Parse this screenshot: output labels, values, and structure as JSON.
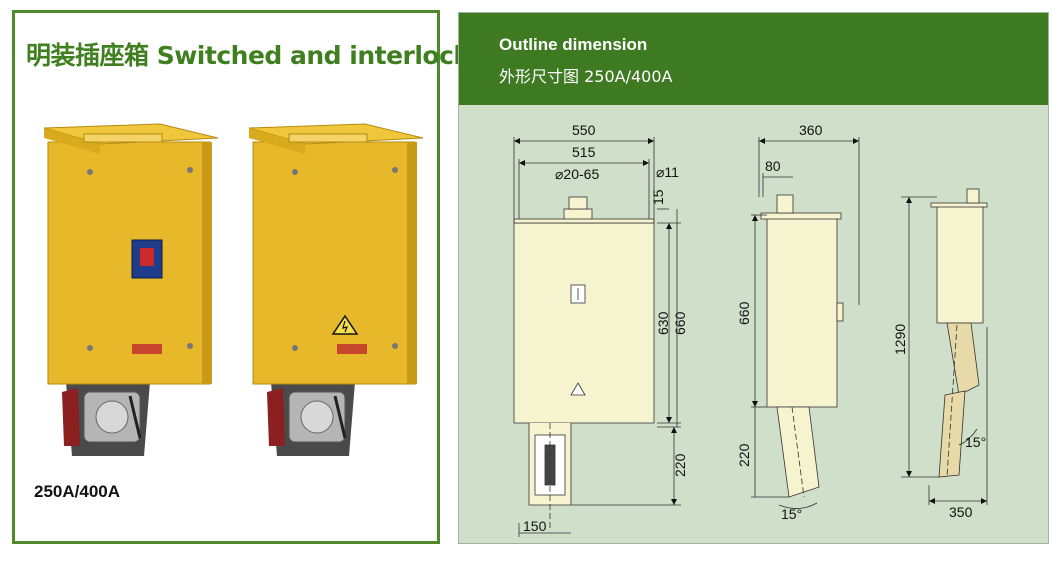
{
  "left": {
    "title": "明装插座箱 Switched and interlocked",
    "caption": "250A/400A"
  },
  "right": {
    "title": "Outline dimension",
    "subtitle": "外形尺寸图 250A/400A"
  },
  "dimensions": {
    "d550": "550",
    "d515": "515",
    "d_phi11": "⌀11",
    "d_phi20_65": "⌀20-65",
    "d15": "15",
    "d630": "630",
    "d660_front": "660",
    "d220_front": "220",
    "d150": "150",
    "d360": "360",
    "d80": "80",
    "d660_side": "660",
    "d220_side": "220",
    "d15deg_side": "15°",
    "d1290": "1290",
    "d15deg_right": "15°",
    "d350": "350"
  },
  "colors": {
    "brand_green": "#3d7a22",
    "panel_bg": "#cfdfca",
    "box_yellow": "#e7b92a",
    "drawing_fill": "#f6f3cf"
  }
}
